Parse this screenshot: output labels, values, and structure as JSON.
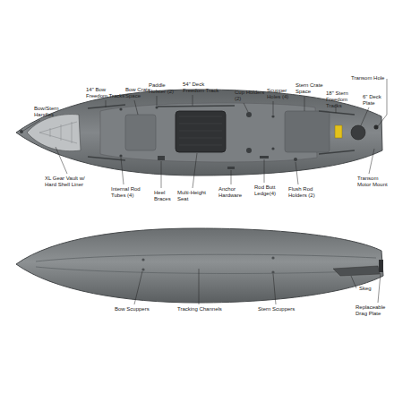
{
  "diagram": {
    "labels": [
      "Bow/Stern Handles",
      "14\" Bow Freedom Tracks",
      "Bow Crate Space",
      "Paddle Holster (2)",
      "54\" Deck Freedom Track",
      "Cup Holders (2)",
      "Scupper Holes (4)",
      "Stern Crate Space",
      "18\" Stern Freedom Tracks",
      "Transom Hole",
      "6\" Deck Plate",
      "XL Gear Vault w/ Hard Shell Liner",
      "Internal Rod Tubes (4)",
      "Heel Braces",
      "Multi-Height Seat",
      "Anchor Hardware",
      "Rod Butt Ledge(4)",
      "Flush Rod Holders (2)",
      "Transom Motor Mount",
      "Bow Scuppers",
      "Tracking Channels",
      "Stern Scuppers",
      "Skeg",
      "Replaceable Drag Plate"
    ]
  }
}
